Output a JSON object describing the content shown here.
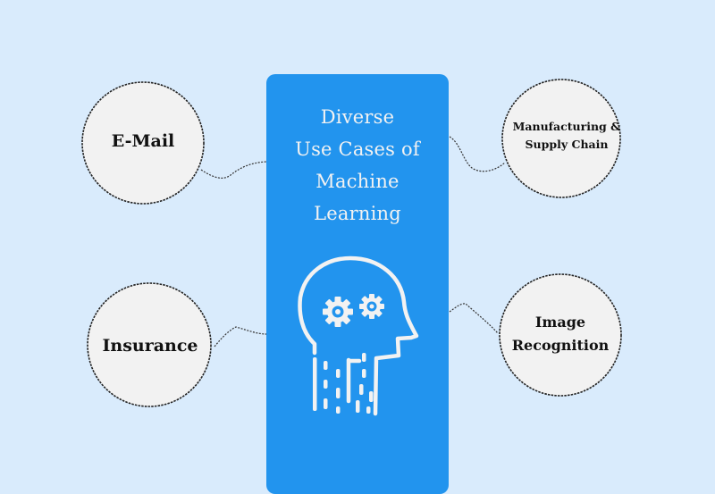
{
  "diagram": {
    "title_lines": [
      "Diverse",
      "Use Cases of",
      "Machine",
      "Learning"
    ],
    "central_icon": "head-with-gears-icon",
    "use_cases": [
      {
        "label_lines": [
          "E-Mail"
        ]
      },
      {
        "label_lines": [
          "Manufacturing &",
          "Supply Chain"
        ]
      },
      {
        "label_lines": [
          "Insurance"
        ]
      },
      {
        "label_lines": [
          "Image",
          "Recognition"
        ]
      }
    ]
  },
  "colors": {
    "background": "#d9ebfc",
    "panel": "#2294ee",
    "bubble_fill": "#f2f2f2",
    "bubble_border": "#222222",
    "text_light": "#f2f2f2",
    "text_dark": "#111111"
  }
}
